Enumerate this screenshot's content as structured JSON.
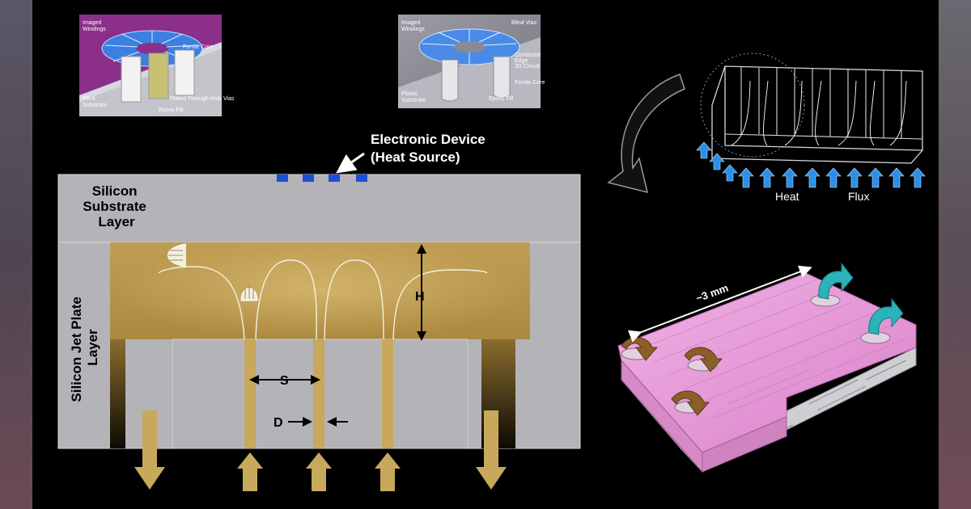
{
  "inset_fr4": {
    "labels": {
      "windings": "Imaged\nWindings",
      "ferrite": "Ferrite Core",
      "substrate": "FR-4\nSubstrate",
      "vias": "Plated Through Hole Vias",
      "epoxy": "Epoxy Fill"
    }
  },
  "inset_plastic": {
    "labels": {
      "windings": "Imaged\nWindings",
      "blind": "Blind Vias",
      "conductor": "Conductor\nEdge\n3D Circuit",
      "ferrite": "Ferrite Core",
      "substrate": "Plastic\nSubstrate",
      "epoxy": "Epoxy Fill"
    }
  },
  "main_diagram": {
    "device_label": "Electronic Device\n(Heat Source)",
    "substrate_label": "Silicon\nSubstrate\nLayer",
    "jetplate_label": "Silicon Jet Plate\nLayer",
    "dim_h": "H",
    "dim_s": "S",
    "dim_d": "D"
  },
  "heatsink": {
    "heat_label": "Heat",
    "flux_label": "Flux"
  },
  "microchannel": {
    "size_label": "~3 mm"
  },
  "colors": {
    "silicon_gray": "#b4b4b8",
    "coolant_gold": "#c8a85a",
    "inset_purple": "#8a2e86",
    "winding_blue": "#4a8be8",
    "heat_arrow_blue": "#2a8fe8",
    "pink_channel": "#e89ad8",
    "teal_arrow": "#2ab3b8",
    "brown_arrow": "#8b5e2a"
  }
}
